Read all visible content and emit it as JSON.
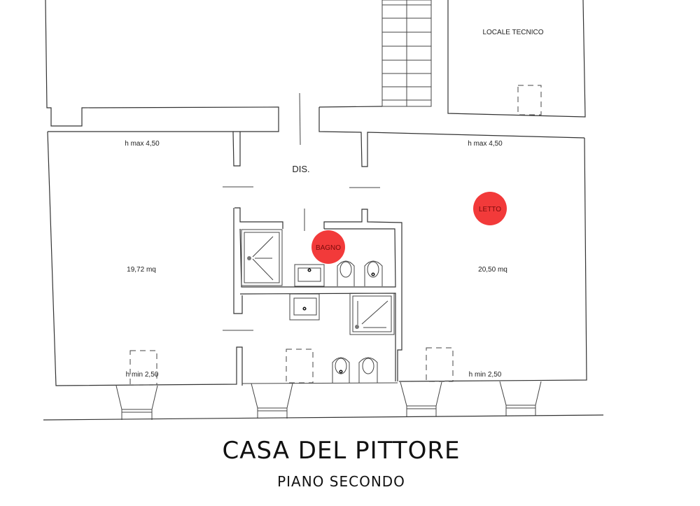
{
  "plan": {
    "title": "CASA DEL PITTORE",
    "subtitle": "PIANO SECONDO",
    "colors": {
      "walls": "#333333",
      "marker_fill": "#f23a3a",
      "marker_text": "#7a0a0a",
      "background": "#ffffff"
    },
    "rooms": {
      "locale_tecnico": {
        "label": "LOCALE TECNICO"
      },
      "disimpegno": {
        "label": "DIS."
      },
      "left_room": {
        "h_max": "h max 4,50",
        "area": "19,72 mq",
        "h_min": "h min  2,50"
      },
      "right_room": {
        "h_max": "h max 4,50",
        "area": "20,50 mq",
        "h_min": "h min  2,50"
      }
    },
    "markers": [
      {
        "label": "BAGNO"
      },
      {
        "label": "LETTO"
      }
    ]
  }
}
